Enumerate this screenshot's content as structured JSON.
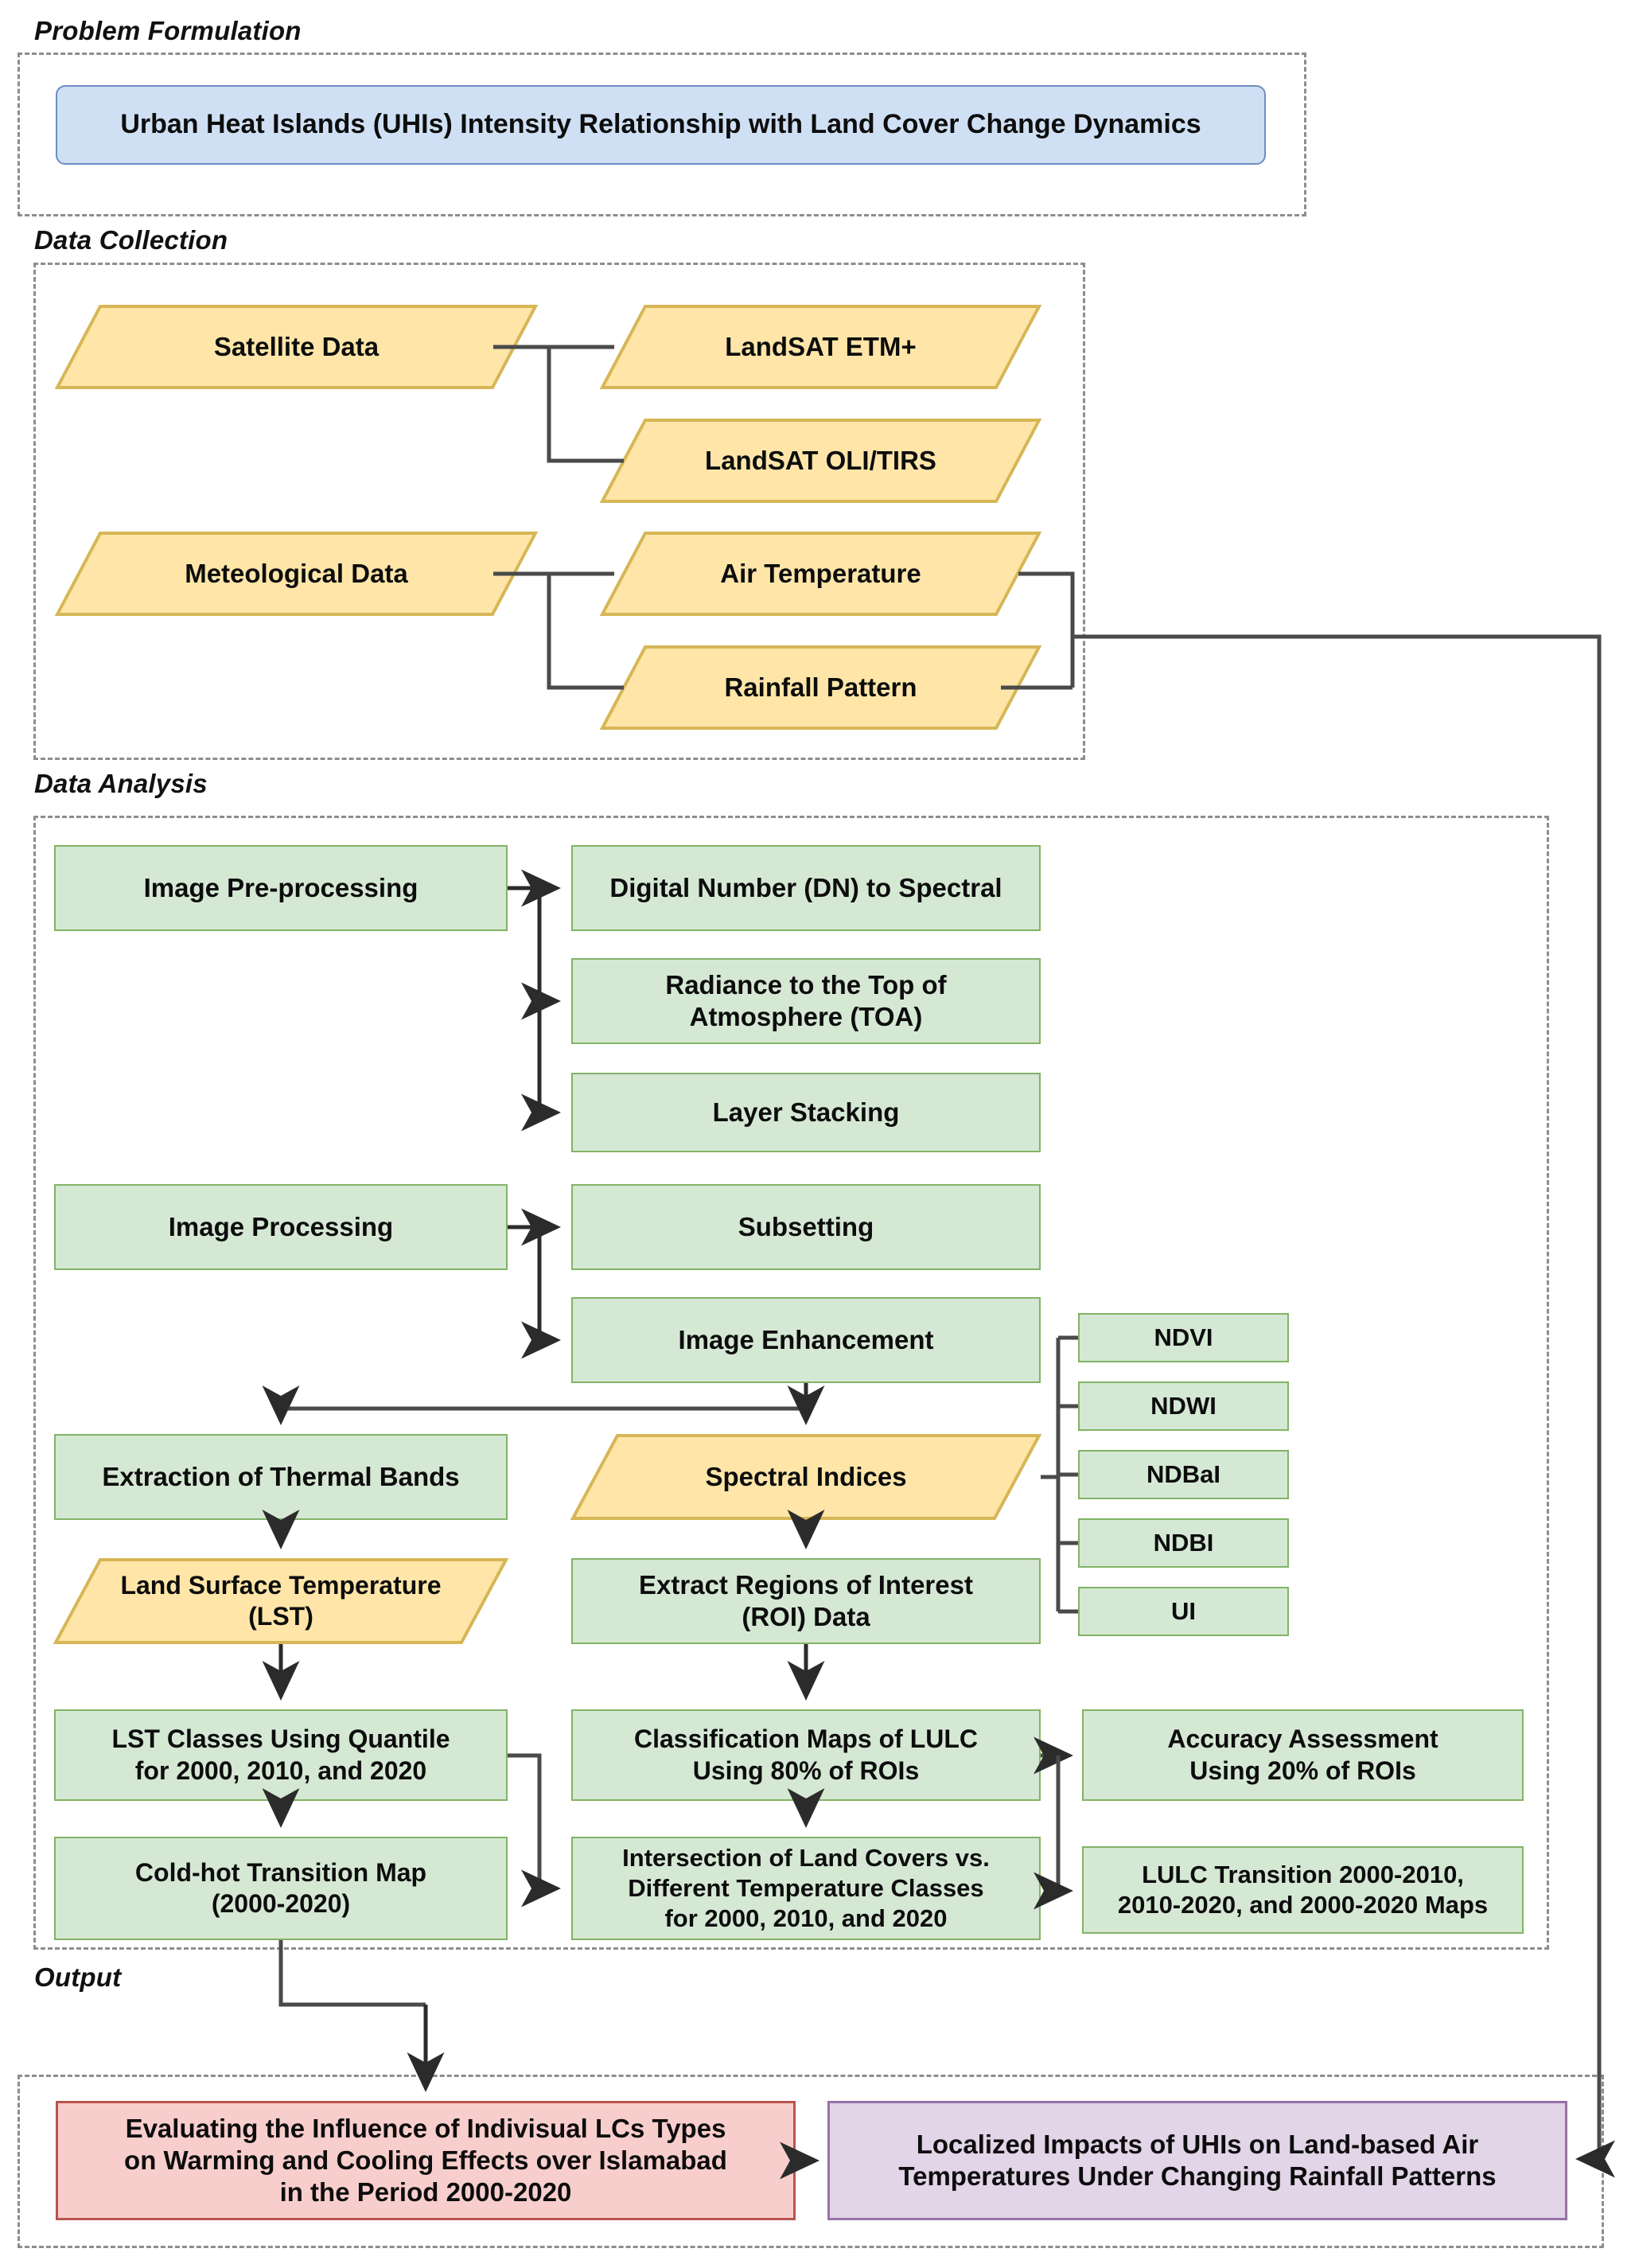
{
  "sections": [
    {
      "key": "problem",
      "label": "Problem Formulation"
    },
    {
      "key": "collection",
      "label": "Data Collection"
    },
    {
      "key": "analysis",
      "label": "Data Analysis"
    },
    {
      "key": "output",
      "label": "Output"
    }
  ],
  "problem": {
    "title": "Urban Heat Islands (UHIs) Intensity Relationship with Land Cover Change Dynamics"
  },
  "collection": {
    "satellite_data": "Satellite Data",
    "landsat_etm": "LandSAT ETM+",
    "landsat_oli": "LandSAT OLI/TIRS",
    "meteological_data": "Meteological Data",
    "air_temperature": "Air Temperature",
    "rainfall_pattern": "Rainfall Pattern"
  },
  "analysis": {
    "image_preprocessing": "Image Pre-processing",
    "dn_to_spectral": "Digital Number (DN) to Spectral",
    "radiance_toa": "Radiance to the Top of\nAtmosphere (TOA)",
    "layer_stacking": "Layer Stacking",
    "image_processing": "Image Processing",
    "subsetting": "Subsetting",
    "image_enhancement": "Image Enhancement",
    "extraction_thermal": "Extraction of Thermal Bands",
    "spectral_indices": "Spectral Indices",
    "lst": "Land Surface Temperature\n(LST)",
    "extract_roi": "Extract Regions of Interest\n(ROI) Data",
    "lst_classes": "LST Classes Using Quantile\nfor 2000, 2010, and 2020",
    "classification_maps": "Classification Maps of LULC\nUsing 80% of ROIs",
    "accuracy_assessment": "Accuracy Assessment\nUsing 20% of ROIs",
    "cold_hot_map": "Cold-hot Transition Map\n(2000-2020)",
    "intersection": "Intersection of Land Covers vs.\nDifferent Temperature Classes\nfor 2000, 2010, and 2020",
    "lulc_transition": "LULC Transition 2000-2010,\n2010-2020, and 2000-2020 Maps",
    "indices": [
      "NDVI",
      "NDWI",
      "NDBaI",
      "NDBI",
      "UI"
    ]
  },
  "output": {
    "left": "Evaluating the Influence of Indivisual LCs Types\non Warming and Cooling Effects over Islamabad\nin the Period 2000-2020",
    "right": "Localized Impacts of UHIs on Land-based Air\nTemperatures Under Changing Rainfall Patterns"
  },
  "colors": {
    "green_fill": "#d5e8d4",
    "green_stroke": "#82b366",
    "yellow_fill": "#ffe6a8",
    "yellow_stroke": "#d6b656",
    "blue_fill": "#cfe0f4",
    "blue_stroke": "#6c8ebf",
    "red_fill": "#f8cecc",
    "red_stroke": "#b85450",
    "purple_fill": "#e1d5e7",
    "purple_stroke": "#9673a6",
    "connector": "#4a4a4a",
    "dashed_border": "#8d8d8d"
  }
}
